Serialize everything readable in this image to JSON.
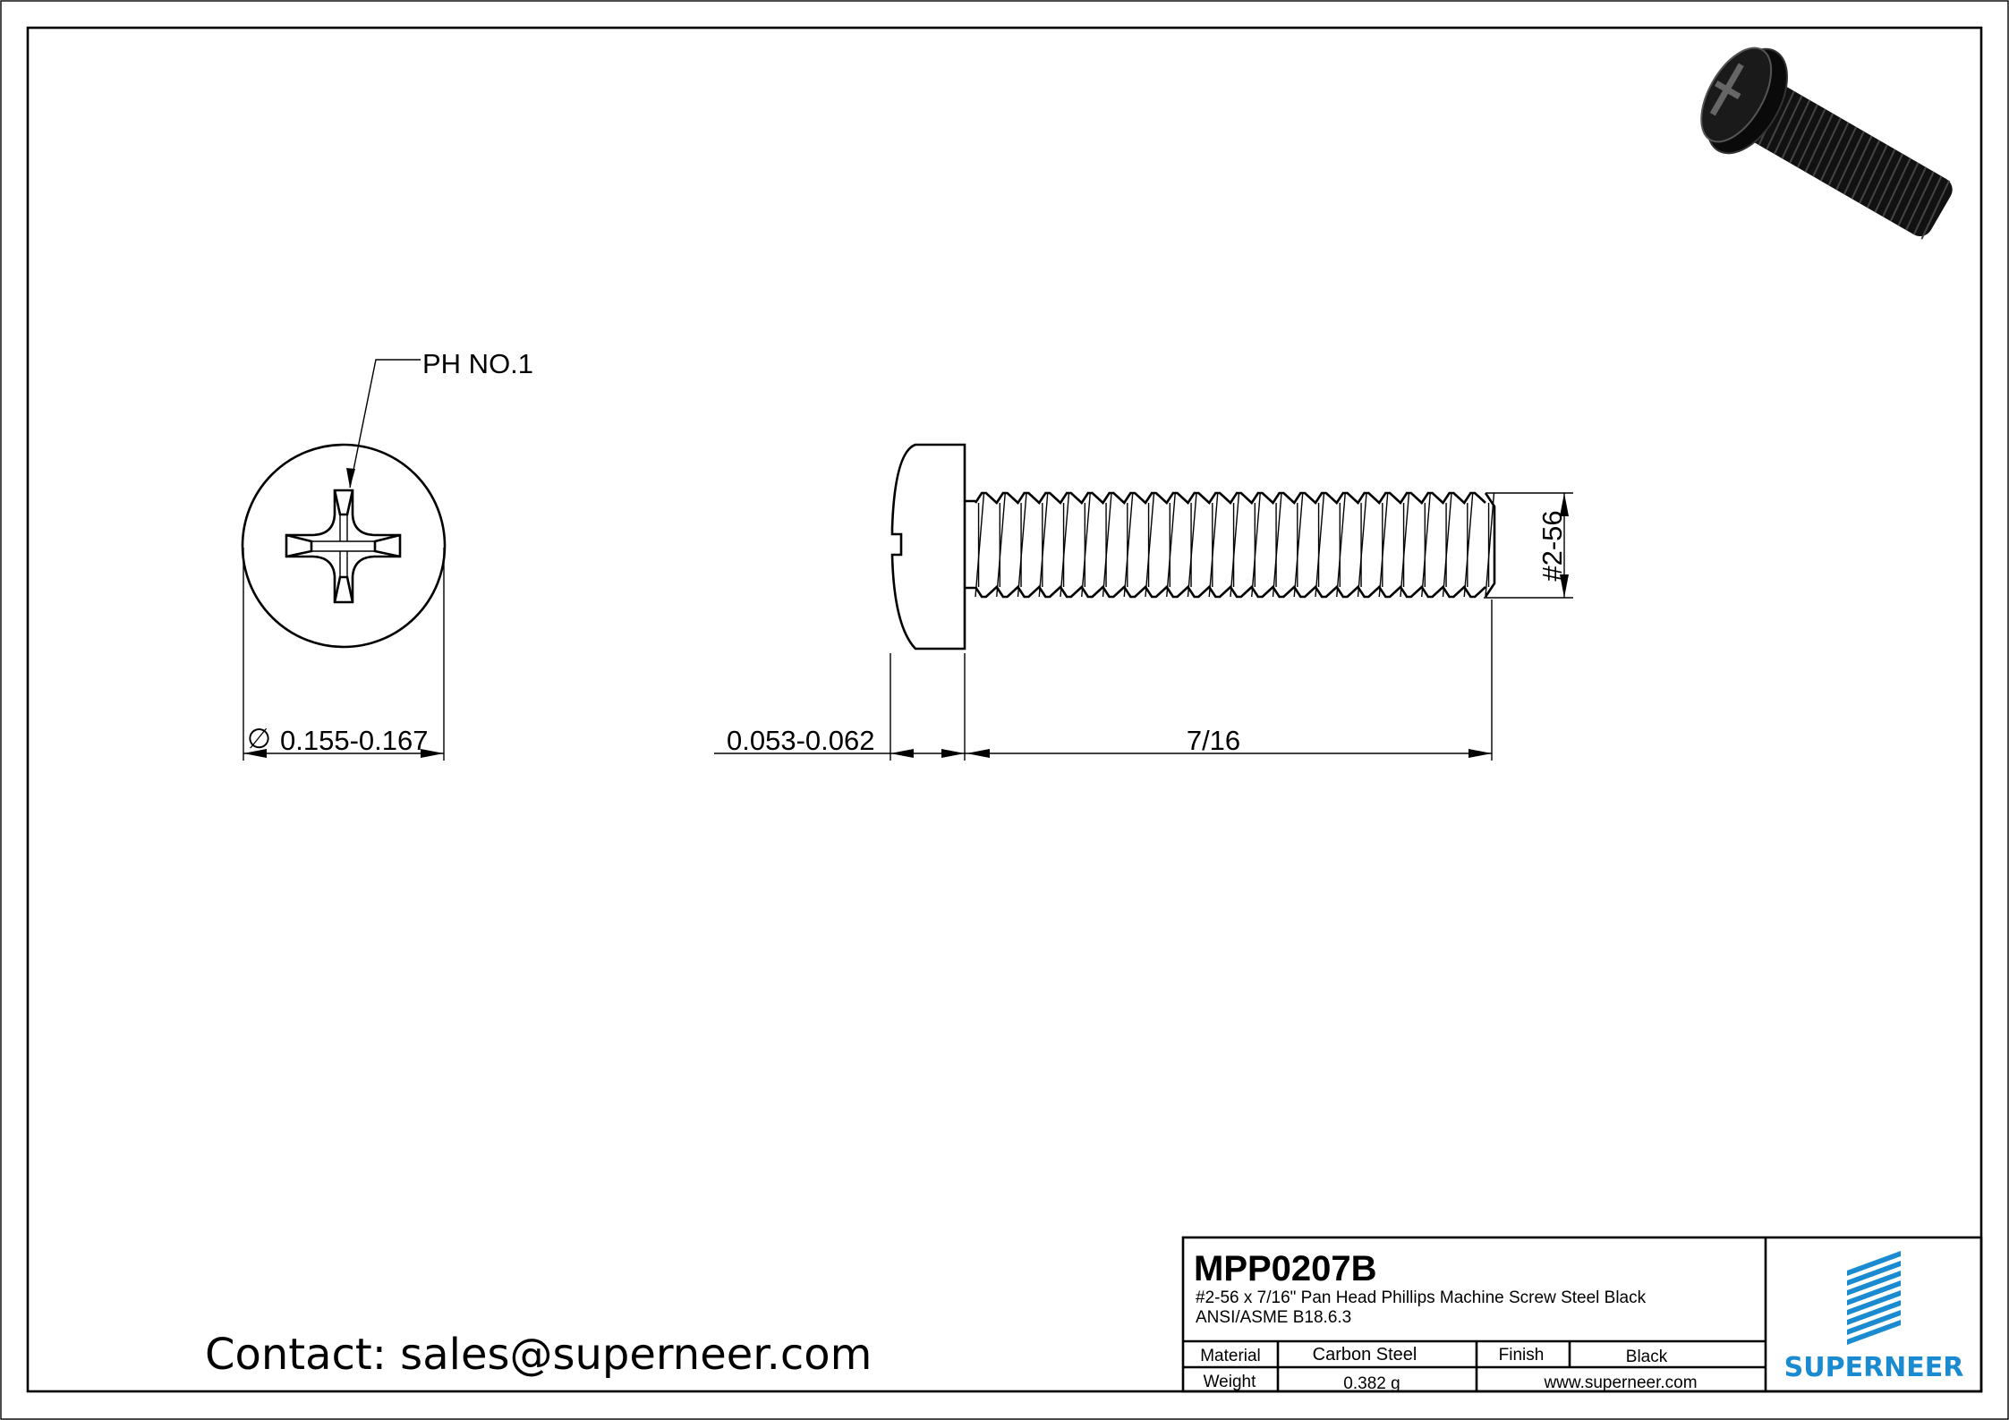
{
  "drawing": {
    "front_view": {
      "callout": "PH NO.1",
      "diameter_symbol": "∅",
      "diameter": "0.155-0.167"
    },
    "side_view": {
      "head_height": "0.053-0.062",
      "length": "7/16",
      "thread": "#2-56"
    }
  },
  "contact": "Contact: sales@superneer.com",
  "title_block": {
    "part_number": "MPP0207B",
    "description": "#2-56 x 7/16\" Pan Head Phillips Machine Screw Steel Black",
    "standard": "ANSI/ASME B18.6.3",
    "material_label": "Material",
    "material_value": "Carbon Steel",
    "finish_label": "Finish",
    "finish_value": "Black",
    "weight_label": "Weight",
    "weight_value": "0.382 g",
    "website": "www.superneer.com",
    "brand": "SUPERNEER",
    "brand_color": "#1a8bd0"
  }
}
